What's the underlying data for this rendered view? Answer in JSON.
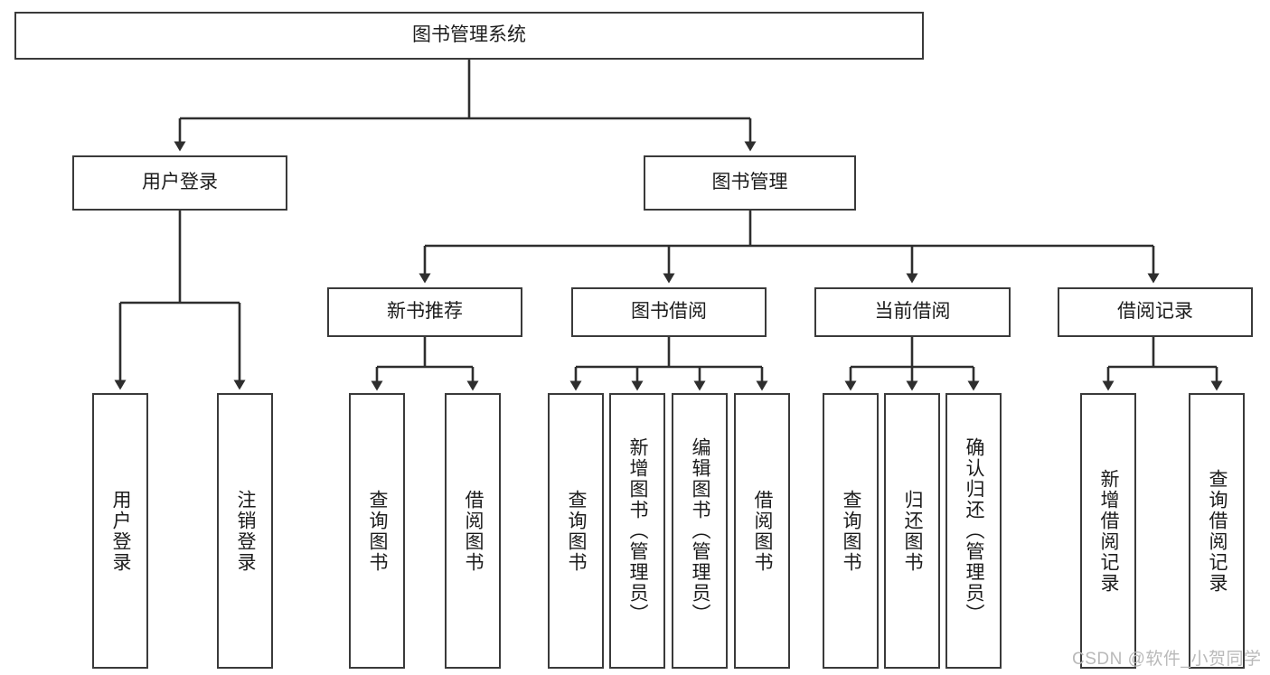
{
  "diagram": {
    "title": "图书管理系统",
    "type": "hierarchy-tree",
    "watermark": "CSDN @软件_小贺同学",
    "colors": {
      "background": "#ffffff",
      "border": "#3a3a3a",
      "text": "#1c1c1c",
      "watermark": "#b9b9b9"
    },
    "nodes": {
      "root": {
        "label": "图书管理系统"
      },
      "level1": [
        {
          "id": "user-login",
          "label": "用户登录"
        },
        {
          "id": "book-manage",
          "label": "图书管理"
        }
      ],
      "level2": [
        {
          "id": "new-book-recommend",
          "label": "新书推荐"
        },
        {
          "id": "book-borrow",
          "label": "图书借阅"
        },
        {
          "id": "current-borrow",
          "label": "当前借阅"
        },
        {
          "id": "borrow-record",
          "label": "借阅记录"
        }
      ],
      "leaves": {
        "user_login": [
          {
            "id": "leaf-user-login",
            "label": "用户登录"
          },
          {
            "id": "leaf-user-logout",
            "label": "注销登录"
          }
        ],
        "new_book_recommend": [
          {
            "id": "leaf-query-book-1",
            "label": "查询图书"
          },
          {
            "id": "leaf-borrow-book-1",
            "label": "借阅图书"
          }
        ],
        "book_borrow": [
          {
            "id": "leaf-query-book-2",
            "label": "查询图书"
          },
          {
            "id": "leaf-add-book",
            "label": "新增图书（管理员）"
          },
          {
            "id": "leaf-edit-book",
            "label": "编辑图书（管理员）"
          },
          {
            "id": "leaf-borrow-book-2",
            "label": "借阅图书"
          }
        ],
        "current_borrow": [
          {
            "id": "leaf-query-book-3",
            "label": "查询图书"
          },
          {
            "id": "leaf-return-book",
            "label": "归还图书"
          },
          {
            "id": "leaf-confirm-return",
            "label": "确认归还（管理员）"
          }
        ],
        "borrow_record": [
          {
            "id": "leaf-add-record",
            "label": "新增借阅记录"
          },
          {
            "id": "leaf-query-record",
            "label": "查询借阅记录"
          }
        ]
      }
    }
  }
}
